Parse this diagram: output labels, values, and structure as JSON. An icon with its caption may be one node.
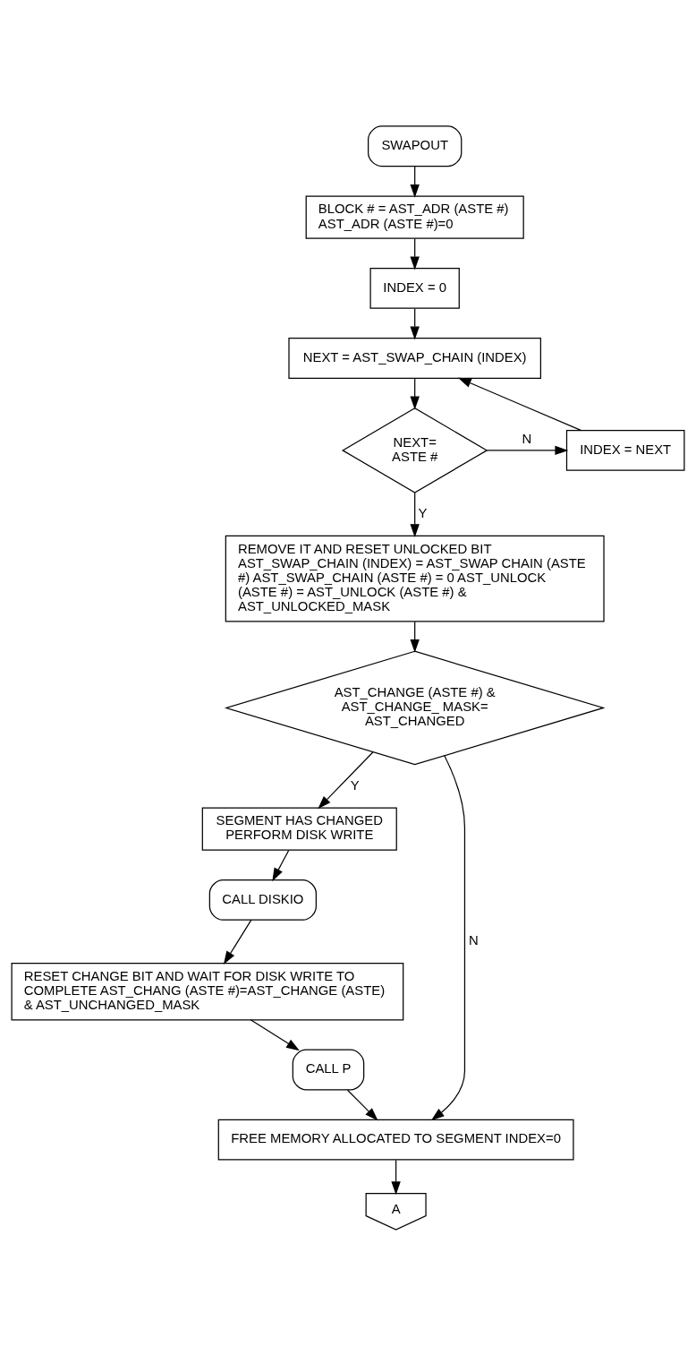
{
  "diagram": {
    "nodes": [
      {
        "text": [
          "SWAPOUT"
        ]
      },
      {
        "text": [
          "BLOCK # = AST_ADR (ASTE #) AST_ADR (ASTE #)=0"
        ]
      },
      {
        "text": [
          "INDEX = 0"
        ]
      },
      {
        "text": [
          "NEXT = AST_SWAP_CHAIN (INDEX)"
        ]
      },
      {
        "text": [
          "NEXT= ASTE #"
        ]
      },
      {
        "text": [
          "INDEX = NEXT"
        ]
      },
      {
        "text": [
          "REMOVE IT AND RESET UNLOCKED BIT AST_SWAP_CHAIN (INDEX) = AST_SWAP CHAIN (ASTE #) AST_SWAP_CHAIN (ASTE #) = 0 AST_UNLOCK (ASTE #) = AST_UNLOCK (ASTE #) & AST_UNLOCKED_MASK"
        ]
      },
      {
        "text": [
          "AST_CHANGE (ASTE #) & AST_CHANGE_ MASK= AST_CHANGED"
        ]
      },
      {
        "text": [
          "SEGMENT HAS CHANGED PERFORM DISK WRITE"
        ]
      },
      {
        "text": [
          "CALL DISKIO"
        ]
      },
      {
        "text": [
          "RESET CHANGE BIT AND WAIT FOR DISK WRITE TO COMPLETE AST_CHANG (ASTE #)=AST_CHANGE (ASTE) & AST_UNCHANGED_MASK"
        ]
      },
      {
        "text": [
          "CALL P"
        ]
      },
      {
        "text": [
          "FREE MEMORY ALLOCATED TO SEGMENT INDEX=0"
        ]
      },
      {
        "text": [
          "A"
        ]
      }
    ],
    "edges": [
      {
        "from": 0,
        "to": 1,
        "arrow": "to"
      },
      {
        "from": 1,
        "to": 2,
        "arrow": "to"
      },
      {
        "from": 2,
        "to": 3,
        "arrow": "to"
      },
      {
        "from": 3,
        "to": 4,
        "arrow": "to"
      },
      {
        "from": 4,
        "to": 5,
        "arrow": "to",
        "label": "N"
      },
      {
        "from": 5,
        "to": 3,
        "arrow": "to"
      },
      {
        "from": 4,
        "to": 6,
        "arrow": "to",
        "label": "Y"
      },
      {
        "from": 6,
        "to": 7,
        "arrow": "to"
      },
      {
        "from": 7,
        "to": 12,
        "arrow": "to",
        "label": "N"
      },
      {
        "from": 7,
        "to": 8,
        "arrow": "to",
        "label": "Y"
      },
      {
        "from": 8,
        "to": 9,
        "arrow": "to"
      },
      {
        "from": 9,
        "to": 10,
        "arrow": "to"
      },
      {
        "from": 10,
        "to": 11,
        "arrow": "to"
      },
      {
        "from": 11,
        "to": 12,
        "arrow": "to"
      },
      {
        "from": 12,
        "to": 13,
        "arrow": "to"
      }
    ]
  }
}
